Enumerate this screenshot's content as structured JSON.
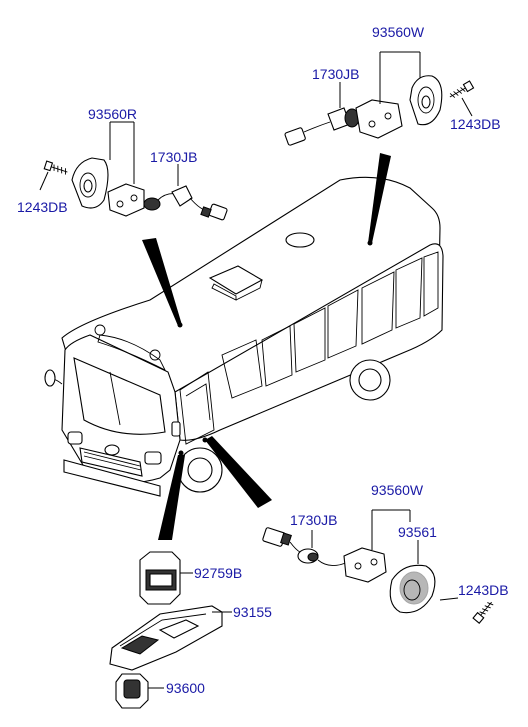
{
  "diagram": {
    "accent_color": "#1a1aa6",
    "callouts": [
      {
        "key": "front_housing_set",
        "text": "93560R"
      },
      {
        "key": "front_bulb",
        "text": "1730JB"
      },
      {
        "key": "front_screw",
        "text": "1243DB"
      },
      {
        "key": "rear_housing_set",
        "text": "93560W"
      },
      {
        "key": "rear_bulb",
        "text": "1730JB"
      },
      {
        "key": "rear_screw",
        "text": "1243DB"
      },
      {
        "key": "door_housing_set",
        "text": "93560W"
      },
      {
        "key": "door_bulb",
        "text": "1730JB"
      },
      {
        "key": "door_lamp",
        "text": "93561"
      },
      {
        "key": "door_screw",
        "text": "1243DB"
      },
      {
        "key": "switch",
        "text": "92759B"
      },
      {
        "key": "panel",
        "text": "93155"
      },
      {
        "key": "switch_assembly",
        "text": "93600"
      }
    ]
  }
}
